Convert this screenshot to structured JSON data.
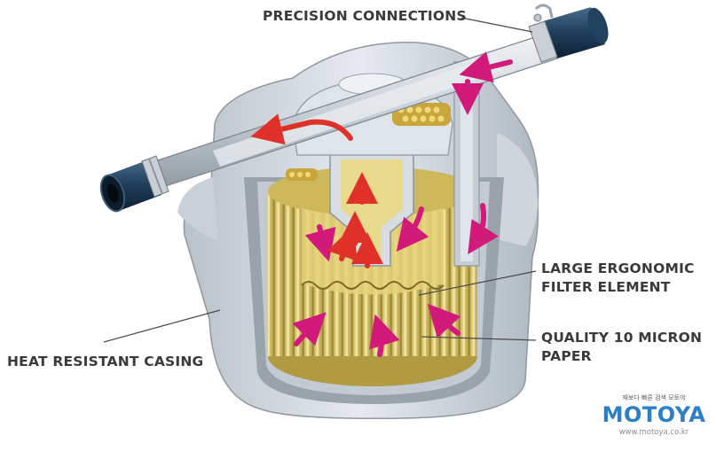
{
  "labels": {
    "precision": "PRECISION CONNECTIONS",
    "filter_line1": "LARGE ERGONOMIC",
    "filter_line2": "FILTER ELEMENT",
    "paper_line1": "QUALITY 10 MICRON",
    "paper_line2": "PAPER",
    "casing": "HEAT RESISTANT CASING"
  },
  "logo": {
    "tagline": "재보다 빠른 검색 모토야",
    "word_a": "MOTO",
    "word_b": "YA",
    "url": "www.motoya.co.kr"
  },
  "colors": {
    "casing": "#d8dde2",
    "casing_shadow": "#aab2ba",
    "filter_paper": "#d8c265",
    "arrow_in": "#d11a7a",
    "arrow_out": "#e0302a",
    "hose": "#1f3e5a",
    "logo_blue": "#2a7fc6"
  }
}
